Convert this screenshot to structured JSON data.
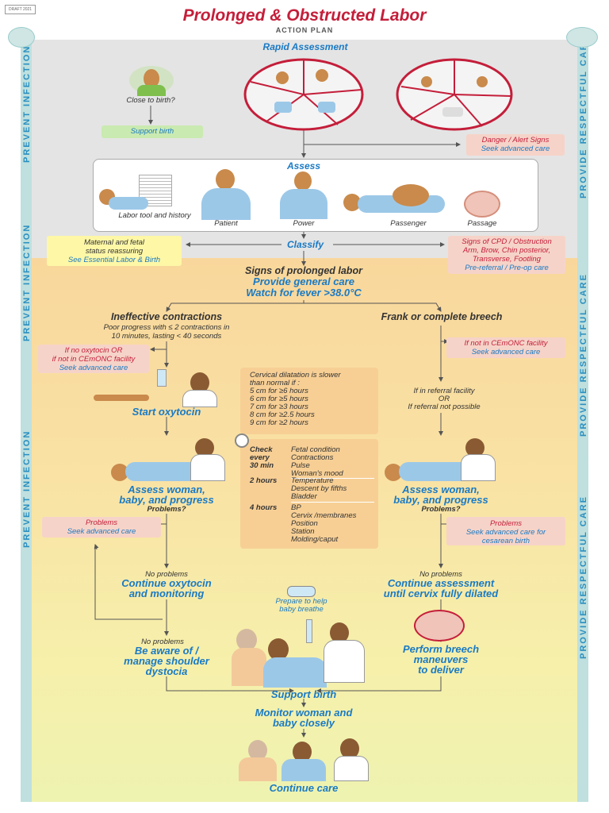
{
  "header": {
    "draft": "DRAFT 2021",
    "title": "Prolonged & Obstructed Labor",
    "subtitle": "ACTION PLAN"
  },
  "side": {
    "left": "PREVENT INFECTION",
    "right": "PROVIDE RESPECTFUL CARE"
  },
  "rapid": {
    "heading": "Rapid Assessment",
    "close_to_birth": "Close to birth?",
    "support_birth": "Support birth",
    "danger_line1": "Danger / Alert Signs",
    "danger_line2": "Seek advanced care"
  },
  "assess": {
    "heading": "Assess",
    "items": [
      {
        "label": "Labor tool and history"
      },
      {
        "label": "Patient"
      },
      {
        "label": "Power"
      },
      {
        "label": "Passenger"
      },
      {
        "label": "Passage"
      }
    ]
  },
  "classify": {
    "heading": "Classify",
    "left_line1": "Maternal and fetal",
    "left_line2": "status reassuring",
    "left_line3": "See Essential Labor & Birth",
    "right_line1": "Signs of CPD / Obstruction",
    "right_line2": "Arm, Brow, Chin posterior,",
    "right_line3": "Transverse, Footling",
    "right_line4": "Pre-referral / Pre-op care"
  },
  "prolonged": {
    "line1": "Signs of prolonged labor",
    "line2": "Provide general care",
    "line3": "Watch for fever >38.0°C"
  },
  "left_branch": {
    "heading": "Ineffective contractions",
    "desc1": "Poor progress with ≤ 2  contractions in",
    "desc2": "10 minutes, lasting < 40 seconds",
    "no_oxy1": "If no oxytocin OR",
    "no_oxy2": "if not in CEmONC facility",
    "no_oxy3": "Seek advanced care",
    "start_oxy": "Start oxytocin",
    "assess1": "Assess woman,",
    "assess2": "baby, and progress",
    "problems_q": "Problems?",
    "problems": "Problems",
    "seek": "Seek advanced care",
    "no_problems": "No problems",
    "continue1": "Continue oxytocin",
    "continue2": "and monitoring",
    "no_problems2": "No problems",
    "aware1": "Be aware of /",
    "aware2": "manage shoulder",
    "aware3": "dystocia"
  },
  "cervical": {
    "intro1": "Cervical dilatation is slower",
    "intro2": "than normal if :",
    "rows": [
      "5 cm for ≥6 hours",
      "6 cm for ≥5 hours",
      "7 cm for ≥3 hours",
      "8 cm for ≥2.5 hours",
      "9 cm for ≥2 hours"
    ]
  },
  "monitoring": {
    "check1": "Check",
    "check2": "every",
    "check3": "30 min",
    "check_items": [
      "Fetal condition",
      "Contractions",
      "Pulse",
      "Woman's mood"
    ],
    "two_hours": "2 hours",
    "two_items": [
      "Temperature",
      "Descent by fifths",
      "Bladder"
    ],
    "four_hours": "4 hours",
    "four_items": [
      "BP",
      "Cervix /membranes",
      "Position",
      "Station",
      "Molding/caput"
    ]
  },
  "right_branch": {
    "heading": "Frank or complete breech",
    "not_cemonc1": "If not in CEmONC facility",
    "not_cemonc2": "Seek advanced care",
    "referral1": "If in referral facility",
    "referral2": "OR",
    "referral3": "If referral not possible",
    "assess1": "Assess woman,",
    "assess2": "baby, and progress",
    "problems_q": "Problems?",
    "problems": "Problems",
    "seek1": "Seek advanced care for",
    "seek2": "cesarean birth",
    "no_problems": "No problems",
    "continue1": "Continue assessment",
    "continue2": "until cervix fully dilated",
    "breech1": "Perform breech",
    "breech2": "maneuvers",
    "breech3": "to deliver"
  },
  "bottom": {
    "prepare1": "Prepare to help",
    "prepare2": "baby breathe",
    "support_birth": "Support birth",
    "monitor1": "Monitor woman and",
    "monitor2": "baby closely",
    "continue_care": "Continue care"
  },
  "colors": {
    "title_red": "#c41e3a",
    "heading_blue": "#1a7ac4",
    "gray_section": "#e4e4e4",
    "yellow_section": "#f9e2a4",
    "side_bar": "#bfe0de"
  }
}
